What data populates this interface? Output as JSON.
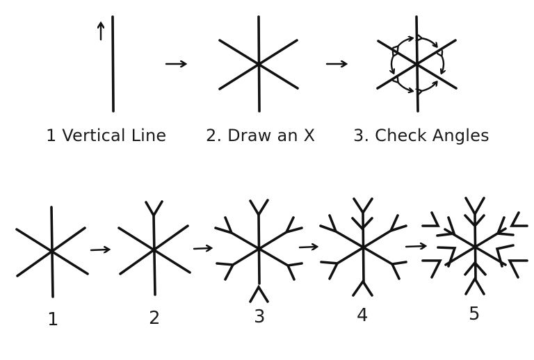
{
  "top_row": {
    "steps": [
      {
        "label": "1  Vertical Line"
      },
      {
        "label": "2. Draw an X"
      },
      {
        "label": "3. Check Angles"
      }
    ],
    "arrows": [
      "arrow-right",
      "arrow-right"
    ],
    "icons": {
      "up_arrow": "arrow-up",
      "angle_arrows": "double-headed-curved-arrow"
    }
  },
  "bottom_row": {
    "steps": [
      {
        "number": "1",
        "description": "six-spoke star"
      },
      {
        "number": "2",
        "description": "add V tip to top spoke"
      },
      {
        "number": "3",
        "description": "add V tips to all spokes"
      },
      {
        "number": "4",
        "description": "add second V branches"
      },
      {
        "number": "5",
        "description": "add inner branches"
      }
    ],
    "arrows": [
      "arrow-right",
      "arrow-right",
      "arrow-right",
      "arrow-right"
    ]
  },
  "colors": {
    "ink": "#111111",
    "background": "#ffffff"
  }
}
